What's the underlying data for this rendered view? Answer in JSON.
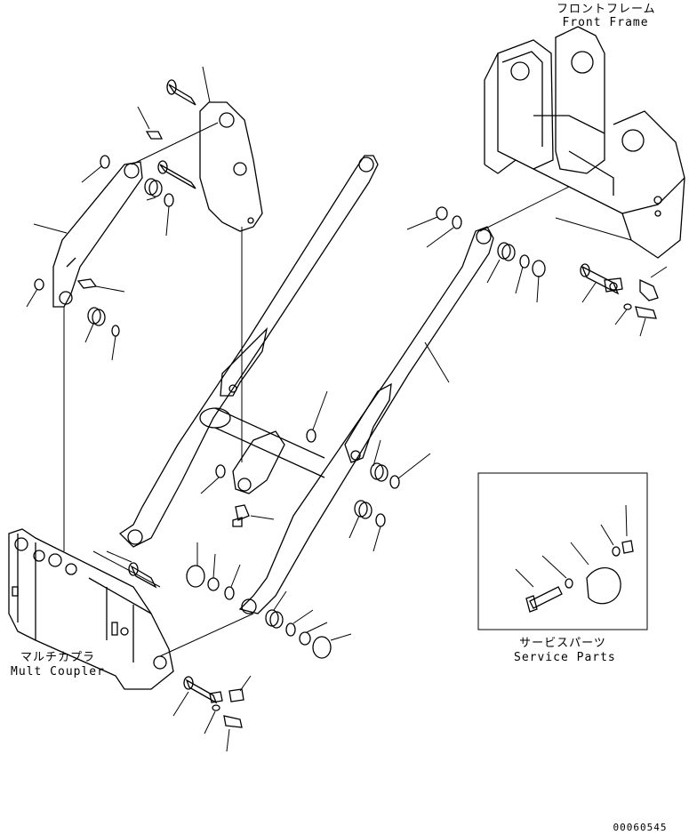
{
  "labels": {
    "front_frame_jp": "フロントフレーム",
    "front_frame_en": "Front Frame",
    "mult_coupler_jp": "マルチカプラ",
    "mult_coupler_en": "Mult Coupler",
    "service_parts_jp": "サービスパーツ",
    "service_parts_en": "Service Parts",
    "drawing_number": "00060545"
  }
}
